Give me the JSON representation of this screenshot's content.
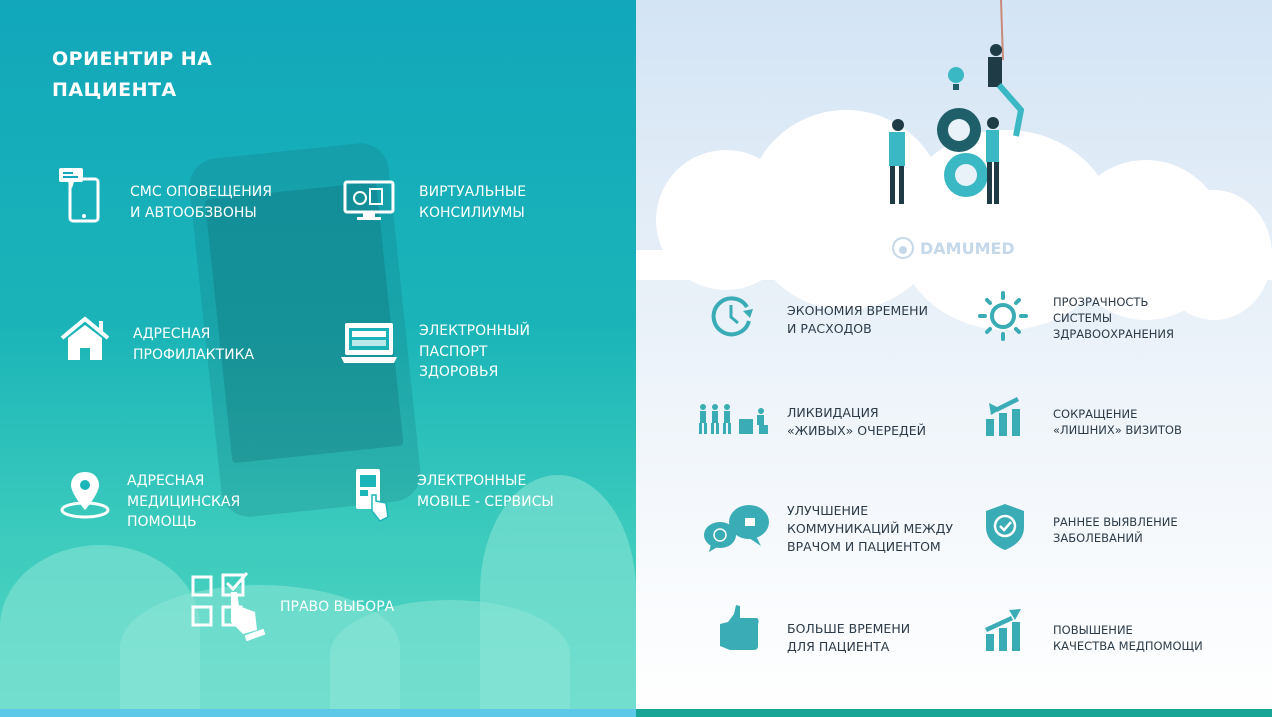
{
  "left": {
    "title_lines": [
      "ОРИЕНТИР НА",
      "ПАЦИЕНТА"
    ],
    "items": [
      {
        "icon": "phone-message-icon",
        "lines": [
          "СМС ОПОВЕЩЕНИЯ",
          "И АВТООБЗВОНЫ"
        ]
      },
      {
        "icon": "monitor-chart-icon",
        "lines": [
          "ВИРТУАЛЬНЫЕ",
          "КОНСИЛИУМЫ"
        ]
      },
      {
        "icon": "house-icon",
        "lines": [
          "АДРЕСНАЯ",
          "ПРОФИЛАКТИКА"
        ]
      },
      {
        "icon": "laptop-icon",
        "lines": [
          "ЭЛЕКТРОННЫЙ",
          "ПАСПОРТ",
          "ЗДОРОВЬЯ"
        ]
      },
      {
        "icon": "map-pin-icon",
        "lines": [
          "АДРЕСНАЯ",
          "МЕДИЦИНСКАЯ",
          "ПОМОЩЬ"
        ]
      },
      {
        "icon": "tablet-touch-icon",
        "lines": [
          "ЭЛЕКТРОННЫЕ",
          "MOBILE - СЕРВИСЫ"
        ]
      },
      {
        "icon": "checkbox-choice-icon",
        "lines": [
          "ПРАВО ВЫБОРА"
        ]
      }
    ]
  },
  "right": {
    "logo": "DAMUMED",
    "items": [
      {
        "icon": "clock-icon",
        "lines": [
          "ЭКОНОМИЯ ВРЕМЕНИ",
          "И РАСХОДОВ"
        ]
      },
      {
        "icon": "sun-icon",
        "lines": [
          "ПРОЗРАЧНОСТЬ",
          "СИСТЕМЫ",
          "ЗДРАВООХРАНЕНИЯ"
        ]
      },
      {
        "icon": "queue-icon",
        "lines": [
          "ЛИКВИДАЦИЯ",
          "«ЖИВЫХ» ОЧЕРЕДЕЙ"
        ]
      },
      {
        "icon": "chart-down-icon",
        "lines": [
          "СОКРАЩЕНИЕ",
          "«ЛИШНИХ» ВИЗИТОВ"
        ]
      },
      {
        "icon": "chat-bubbles-icon",
        "lines": [
          "УЛУЧШЕНИЕ",
          "КОММУНИКАЦИЙ МЕЖДУ",
          "ВРАЧОМ И ПАЦИЕНТОМ"
        ]
      },
      {
        "icon": "shield-check-icon",
        "lines": [
          "РАННЕЕ ВЫЯВЛЕНИЕ",
          "ЗАБОЛЕВАНИЙ"
        ]
      },
      {
        "icon": "thumbs-up-icon",
        "lines": [
          "БОЛЬШЕ ВРЕМЕНИ",
          "ДЛЯ ПАЦИЕНТА"
        ]
      },
      {
        "icon": "chart-up-icon",
        "lines": [
          "ПОВЫШЕНИЕ",
          "КАЧЕСТВА МЕДПОМОЩИ"
        ]
      }
    ]
  },
  "colors": {
    "left_top": "#12a7bb",
    "left_bottom": "#55d6c2",
    "icon_teal": "#3aacb5",
    "text_dark": "#2c3b47"
  }
}
